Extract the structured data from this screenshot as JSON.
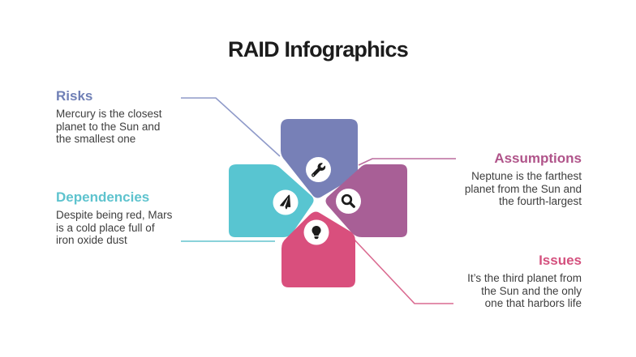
{
  "slide": {
    "title": "RAID Infographics",
    "title_color": "#1c1c1c",
    "background": "#ffffff",
    "text_color": "#3e3e3e"
  },
  "items": [
    {
      "id": "risks",
      "label": "Risks",
      "description_lines": [
        "Mercury is the closest",
        "planet to the Sun and",
        "the smallest one"
      ],
      "title_color": "#7080b6",
      "shape_color": "#7780b7",
      "line_color": "#8f9ac9",
      "icon": "wrench-icon"
    },
    {
      "id": "dependencies",
      "label": "Dependencies",
      "description_lines": [
        "Despite being red, Mars",
        "is a cold place full of",
        "iron oxide dust"
      ],
      "title_color": "#5ec3ce",
      "shape_color": "#58c5d1",
      "line_color": "#63c4ce",
      "icon": "paper-plane-icon"
    },
    {
      "id": "assumptions",
      "label": "Assumptions",
      "description_lines": [
        "Neptune is the farthest",
        "planet from the Sun and",
        "the fourth-largest"
      ],
      "title_color": "#b0548a",
      "shape_color": "#a85f96",
      "line_color": "#bb6b9e",
      "icon": "magnifier-icon"
    },
    {
      "id": "issues",
      "label": "Issues",
      "description_lines": [
        "It’s the third planet from",
        "the Sun and the only",
        "one that harbors life"
      ],
      "title_color": "#d4517e",
      "shape_color": "#d94f7d",
      "line_color": "#da6a90",
      "icon": "lightbulb-icon"
    }
  ]
}
